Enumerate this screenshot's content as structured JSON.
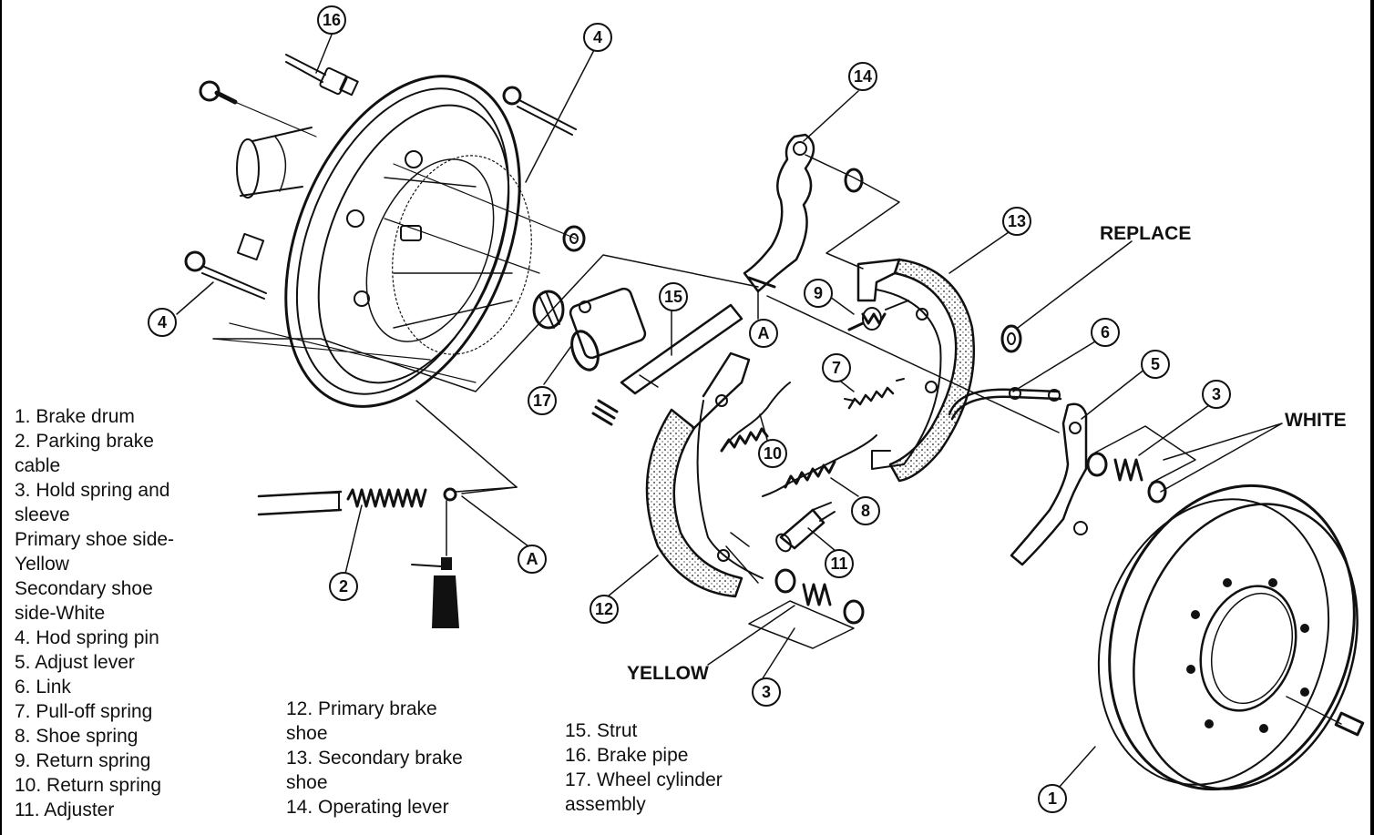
{
  "legend": {
    "col1": [
      "1. Brake drum",
      "2. Parking brake",
      "cable",
      "3. Hold spring and",
      "sleeve",
      "Primary shoe side-",
      "Yellow",
      "Secondary shoe",
      "side-White",
      "4. Hod spring pin",
      "5. Adjust lever",
      "6. Link",
      "7. Pull-off spring",
      "8. Shoe spring",
      "9. Return spring",
      "10. Return spring",
      "11. Adjuster"
    ],
    "col2": [
      "12. Primary brake",
      "shoe",
      "13. Secondary brake",
      "shoe",
      "14. Operating lever"
    ],
    "col3": [
      "15. Strut",
      "16. Brake pipe",
      "17. Wheel cylinder",
      "assembly"
    ]
  },
  "callouts": {
    "c1": "1",
    "c2": "2",
    "c3a": "3",
    "c3b": "3",
    "c4a": "4",
    "c4b": "4",
    "c5": "5",
    "c6": "6",
    "c7": "7",
    "c8": "8",
    "c9": "9",
    "c10": "10",
    "c11": "11",
    "c12": "12",
    "c13": "13",
    "c14": "14",
    "c15": "15",
    "c16": "16",
    "c17": "17",
    "cA1": "A",
    "cA2": "A"
  },
  "labels": {
    "replace": "REPLACE",
    "white": "WHITE",
    "yellow": "YELLOW"
  },
  "colors": {
    "ink": "#111111",
    "paper": "#ffffff",
    "frame": "#000000"
  }
}
